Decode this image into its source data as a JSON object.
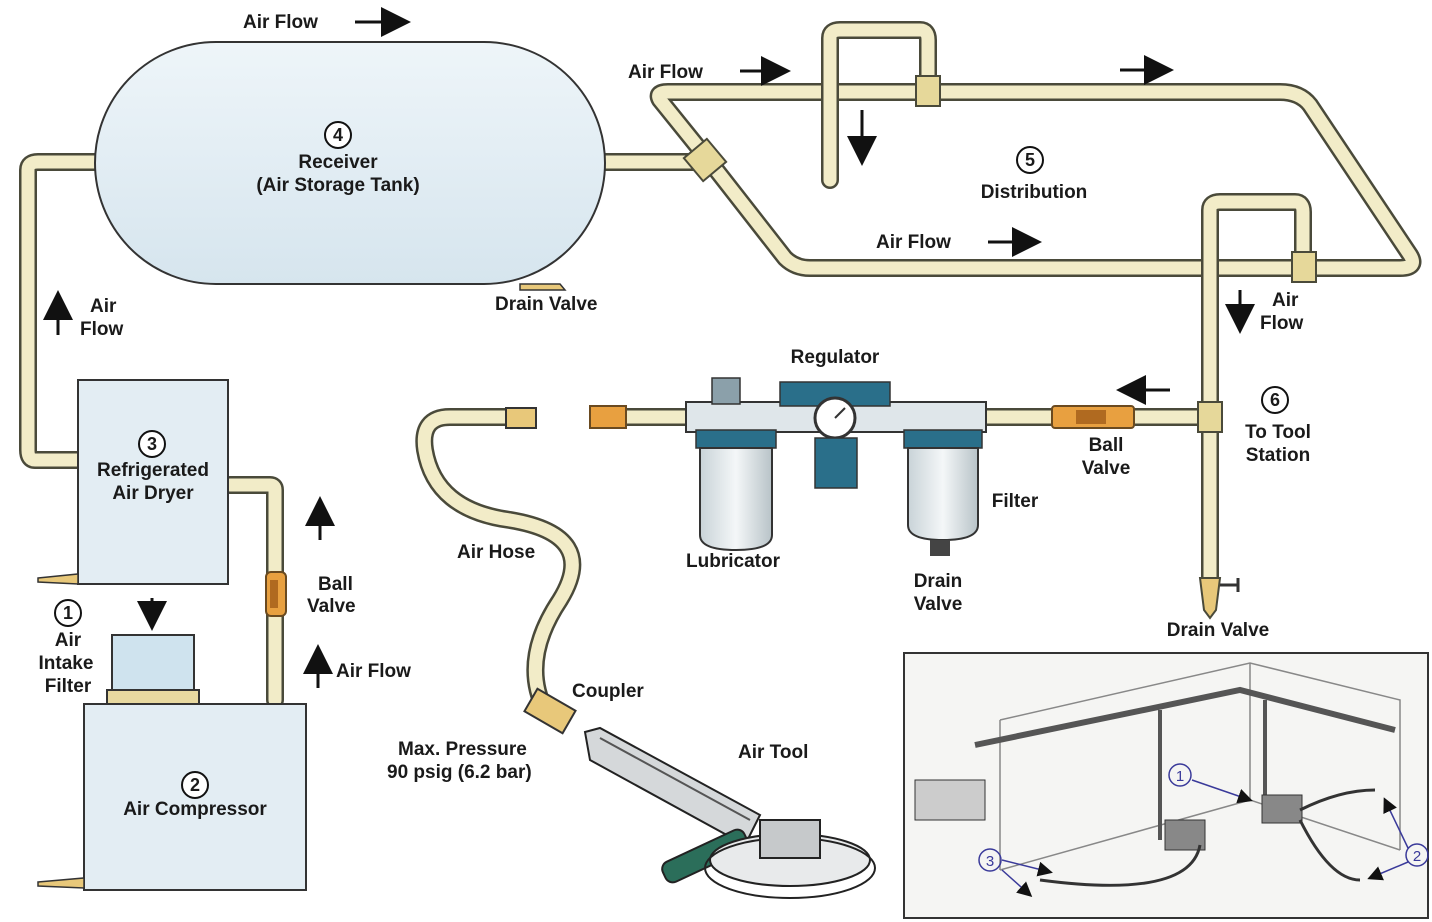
{
  "labels": {
    "air_flow_top": "Air Flow",
    "air_flow_distribution": "Air Flow",
    "air_flow_lower": "Air Flow",
    "air_flow_left_1": "Air",
    "air_flow_left_2": "Flow",
    "air_flow_right_1": "Air",
    "air_flow_right_2": "Flow",
    "air_flow_compressor": "Air Flow",
    "receiver_num": "4",
    "receiver_title": "Receiver",
    "receiver_sub": "(Air Storage Tank)",
    "drain_valve_receiver": "Drain Valve",
    "distribution_num": "5",
    "distribution": "Distribution",
    "dryer_num": "3",
    "dryer_1": "Refrigerated",
    "dryer_2": "Air Dryer",
    "filter_num": "1",
    "filter_1": "Air",
    "filter_2": "Intake",
    "filter_3": "Filter",
    "compressor_num": "2",
    "compressor": "Air Compressor",
    "ball_valve_left_1": "Ball",
    "ball_valve_left_2": "Valve",
    "regulator": "Regulator",
    "lubricator": "Lubricator",
    "filter_frl": "Filter",
    "drain_valve_frl_1": "Drain",
    "drain_valve_frl_2": "Valve",
    "ball_valve_right_1": "Ball",
    "ball_valve_right_2": "Valve",
    "tool_station_num": "6",
    "tool_station_1": "To Tool",
    "tool_station_2": "Station",
    "drain_valve_right": "Drain Valve",
    "air_hose": "Air Hose",
    "coupler": "Coupler",
    "max_pressure_1": "Max. Pressure",
    "max_pressure_2": "90 psig (6.2 bar)",
    "air_tool": "Air Tool",
    "inset_1": "1",
    "inset_2": "2",
    "inset_3": "3"
  },
  "colors": {
    "pipe_fill": "#f2ecc8",
    "tank_fill": "#e3edf3",
    "valve_orange": "#e8a040",
    "frl_blue": "#2a6f8a"
  }
}
